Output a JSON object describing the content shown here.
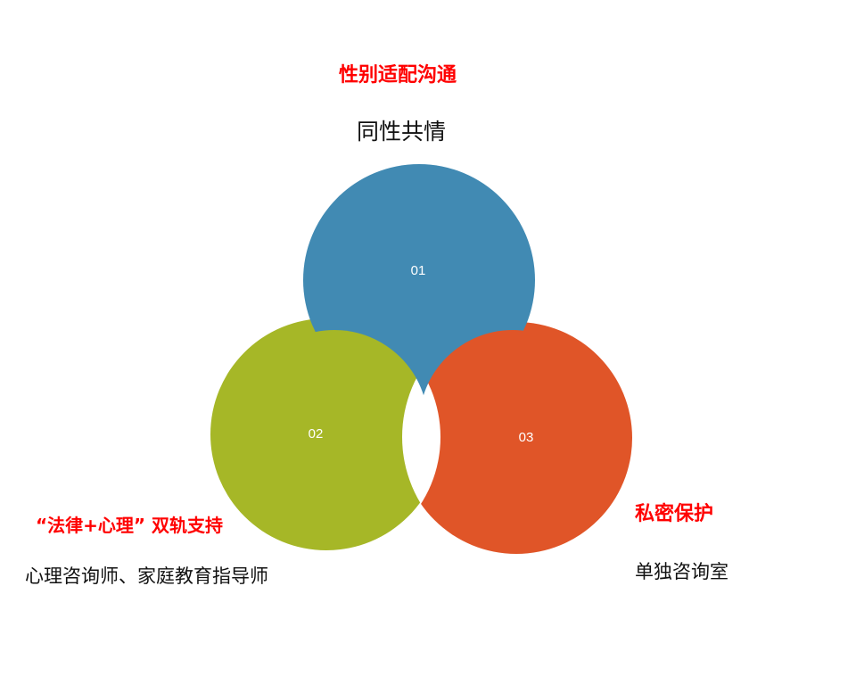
{
  "colors": {
    "blue": "#418ab3",
    "green": "#a6b727",
    "orange": "#e05528",
    "heading": "#ff0000",
    "body": "#111111"
  },
  "items": [
    {
      "number": "01",
      "title": "性别适配沟通",
      "desc": "同性共情"
    },
    {
      "number": "02",
      "title": "“法律+心理” 双轨支持",
      "desc": "心理咨询师、家庭教育指导师"
    },
    {
      "number": "03",
      "title": "私密保护",
      "desc": "单独咨询室"
    }
  ]
}
